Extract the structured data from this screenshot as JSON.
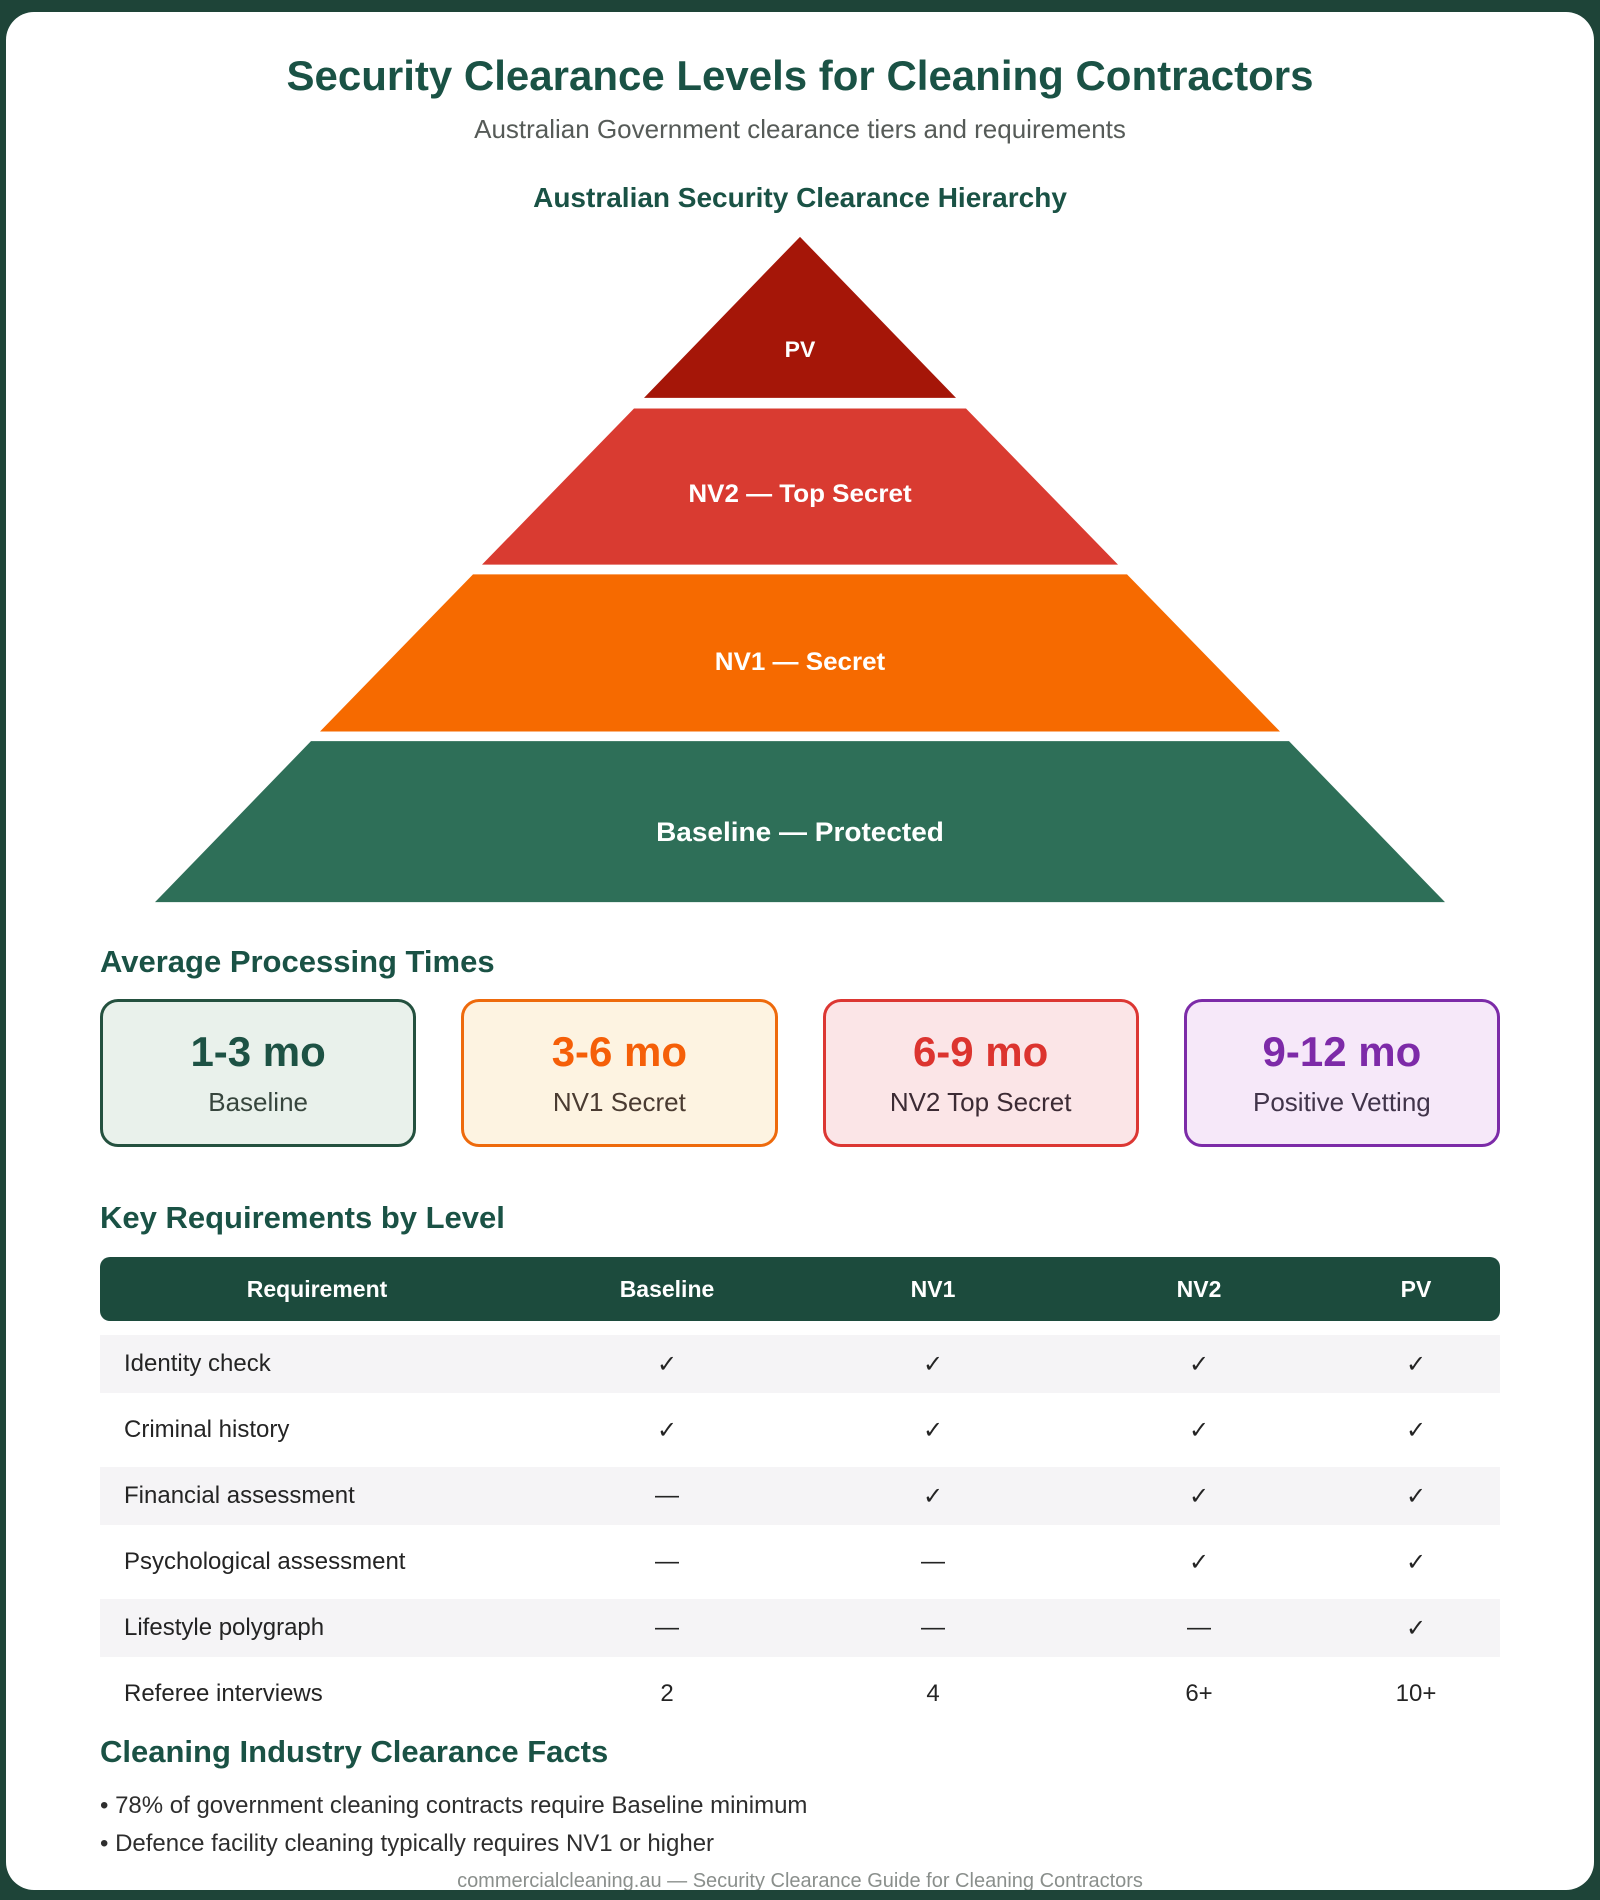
{
  "theme": {
    "page_background": "#1E4438",
    "card_background": "#FFFFFF",
    "heading_color": "#1A5245",
    "subtitle_color": "#565B58",
    "body_text_color": "#242424",
    "table_header_bg": "#1C4B3D",
    "table_header_text": "#FFFFFF",
    "table_row_alt_bg": "#F5F4F6",
    "footer_color": "#8A8F8C"
  },
  "header": {
    "title": "Security Clearance Levels for Cleaning Contractors",
    "subtitle": "Australian Government clearance tiers and requirements"
  },
  "pyramid": {
    "title": "Australian Security Clearance Hierarchy",
    "tiers": [
      {
        "label": "PV",
        "color": "#A51608"
      },
      {
        "label": "NV2 — Top Secret",
        "color": "#D93B31"
      },
      {
        "label": "NV1 — Secret",
        "color": "#F66A00"
      },
      {
        "label": "Baseline — Protected",
        "color": "#2E6F58"
      }
    ]
  },
  "processing": {
    "heading": "Average Processing Times",
    "cards": [
      {
        "value": "1-3 mo",
        "label": "Baseline",
        "border": "#24513F",
        "bg": "#E9F1EB",
        "value_color": "#1D5244",
        "label_color": "#37463D"
      },
      {
        "value": "3-6 mo",
        "label": "NV1 Secret",
        "border": "#EE6A0C",
        "bg": "#FDF3E1",
        "value_color": "#F55F08",
        "label_color": "#4A3B31"
      },
      {
        "value": "6-9 mo",
        "label": "NV2 Top Secret",
        "border": "#DC3733",
        "bg": "#FBE5E7",
        "value_color": "#DC342F",
        "label_color": "#3C2B34"
      },
      {
        "value": "9-12 mo",
        "label": "Positive Vetting",
        "border": "#7C2BA8",
        "bg": "#F6E8F9",
        "value_color": "#7D2AA8",
        "label_color": "#41344A"
      }
    ]
  },
  "table": {
    "heading": "Key Requirements by Level",
    "columns": [
      "Requirement",
      "Baseline",
      "NV1",
      "NV2",
      "PV"
    ],
    "rows": [
      {
        "label": "Identity check",
        "values": [
          "✓",
          "✓",
          "✓",
          "✓"
        ]
      },
      {
        "label": "Criminal history",
        "values": [
          "✓",
          "✓",
          "✓",
          "✓"
        ]
      },
      {
        "label": "Financial assessment",
        "values": [
          "—",
          "✓",
          "✓",
          "✓"
        ]
      },
      {
        "label": "Psychological assessment",
        "values": [
          "—",
          "—",
          "✓",
          "✓"
        ]
      },
      {
        "label": "Lifestyle polygraph",
        "values": [
          "—",
          "—",
          "—",
          "✓"
        ]
      },
      {
        "label": "Referee interviews",
        "values": [
          "2",
          "4",
          "6+",
          "10+"
        ]
      }
    ]
  },
  "facts": {
    "heading": "Cleaning Industry Clearance Facts",
    "items": [
      "• 78% of government cleaning contracts require Baseline minimum",
      "• Defence facility cleaning typically requires NV1 or higher"
    ]
  },
  "footer": {
    "text": "commercialcleaning.au — Security Clearance Guide for Cleaning Contractors"
  }
}
